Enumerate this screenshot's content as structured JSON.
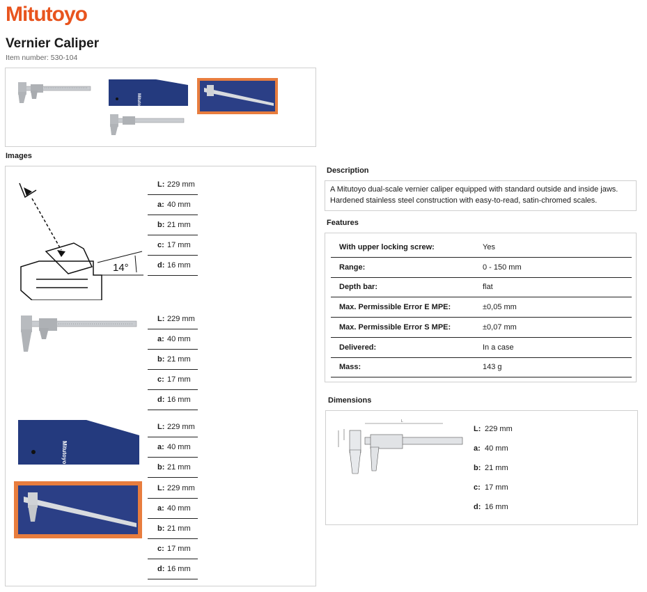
{
  "brand": {
    "logo_text": "Mitutoyo",
    "color": "#e8541e"
  },
  "product": {
    "title": "Vernier Caliper",
    "item_number": "Item number: 530-104"
  },
  "thumbnails": [
    {
      "name": "caliper",
      "selected": false
    },
    {
      "name": "pouch-with-caliper",
      "selected": false
    },
    {
      "name": "caliper-in-case",
      "selected": true
    }
  ],
  "images": {
    "heading": "Images",
    "angle_label": "14°",
    "pouch_brand": "Mitutoyo",
    "groups": [
      {
        "specs": [
          {
            "k": "L:",
            "v": "229 mm"
          },
          {
            "k": "a:",
            "v": "40 mm"
          },
          {
            "k": "b:",
            "v": "21 mm"
          },
          {
            "k": "c:",
            "v": "17 mm"
          },
          {
            "k": "d:",
            "v": "16 mm"
          }
        ]
      },
      {
        "specs": [
          {
            "k": "L:",
            "v": "229 mm"
          },
          {
            "k": "a:",
            "v": "40 mm"
          },
          {
            "k": "b:",
            "v": "21 mm"
          },
          {
            "k": "c:",
            "v": "17 mm"
          },
          {
            "k": "d:",
            "v": "16 mm"
          }
        ]
      },
      {
        "specs": [
          {
            "k": "L:",
            "v": "229 mm"
          },
          {
            "k": "a:",
            "v": "40 mm"
          },
          {
            "k": "b:",
            "v": "21 mm"
          }
        ]
      },
      {
        "specs": [
          {
            "k": "L:",
            "v": "229 mm"
          },
          {
            "k": "a:",
            "v": "40 mm"
          },
          {
            "k": "b:",
            "v": "21 mm"
          },
          {
            "k": "c:",
            "v": "17 mm"
          },
          {
            "k": "d:",
            "v": "16 mm"
          }
        ]
      }
    ]
  },
  "description": {
    "heading": "Description",
    "line1": "A Mitutoyo dual-scale vernier caliper equipped with standard outside and inside jaws.",
    "line2": "Hardened stainless steel construction with easy-to-read, satin-chromed scales."
  },
  "features": {
    "heading": "Features",
    "rows": [
      {
        "k": "With upper locking screw:",
        "v": "Yes"
      },
      {
        "k": "Range:",
        "v": "0 - 150 mm"
      },
      {
        "k": "Depth bar:",
        "v": "flat"
      },
      {
        "k": "Max. Permissible Error E MPE:",
        "v": "±0,05 mm"
      },
      {
        "k": "Max. Permissible Error S MPE:",
        "v": "±0,07 mm"
      },
      {
        "k": "Delivered:",
        "v": "In a case"
      },
      {
        "k": "Mass:",
        "v": "143 g"
      }
    ]
  },
  "dimensions": {
    "heading": "Dimensions",
    "specs": [
      {
        "k": "L:",
        "v": "229 mm"
      },
      {
        "k": "a:",
        "v": "40 mm"
      },
      {
        "k": "b:",
        "v": "21 mm"
      },
      {
        "k": "c:",
        "v": "17 mm"
      },
      {
        "k": "d:",
        "v": "16 mm"
      }
    ]
  }
}
